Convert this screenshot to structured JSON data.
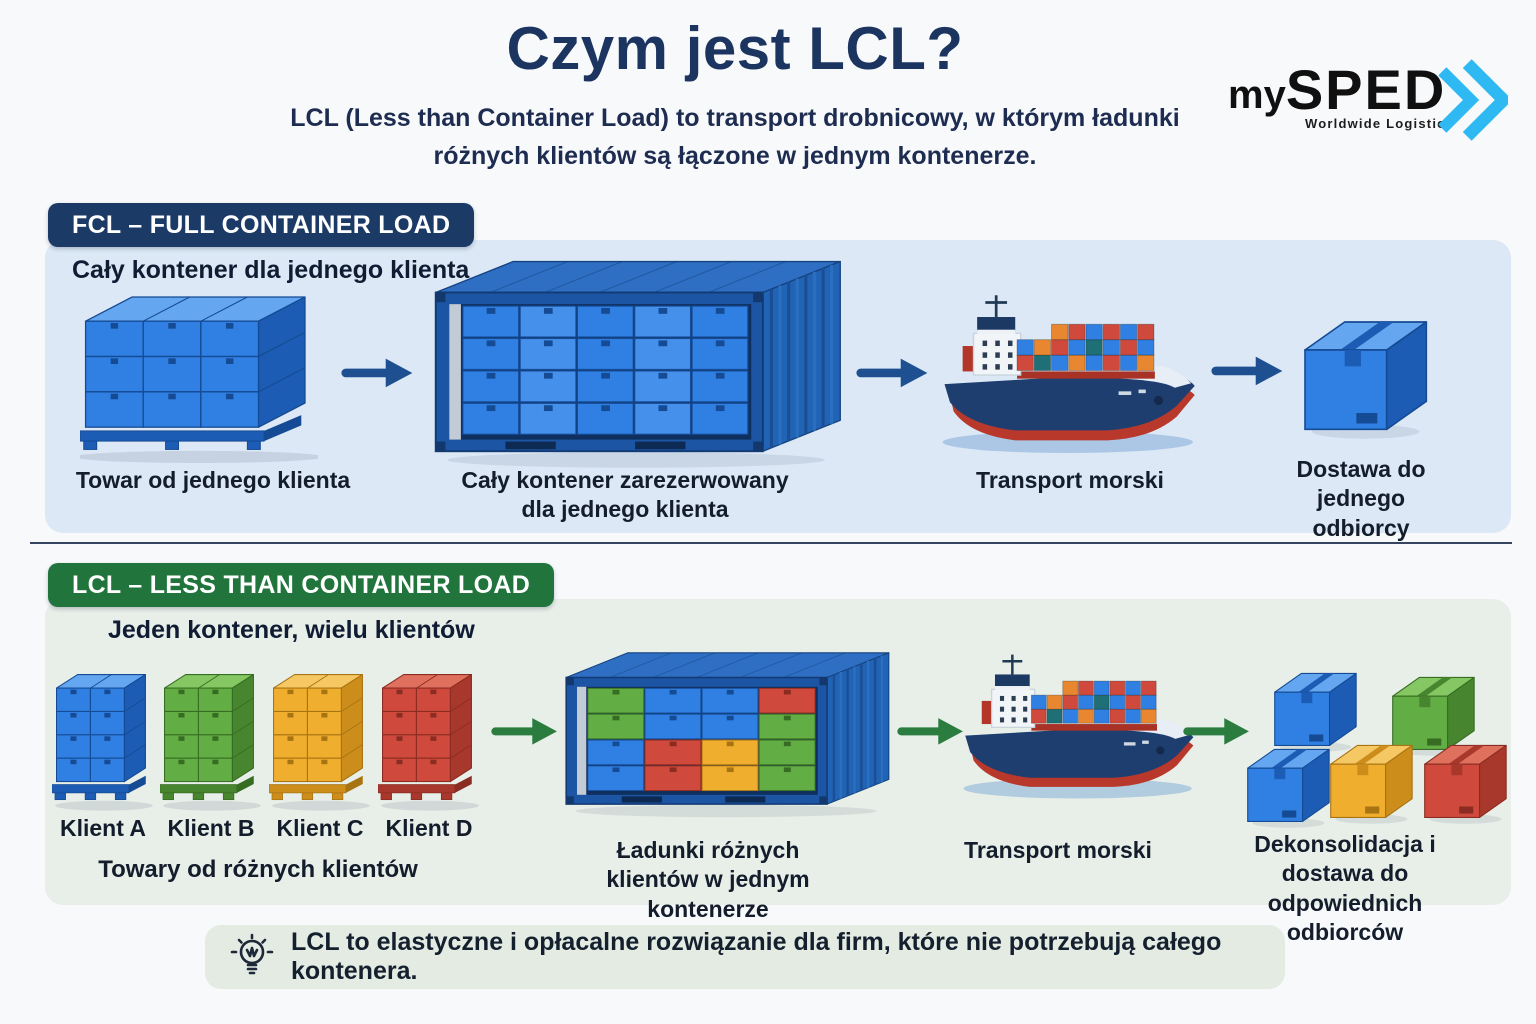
{
  "page": {
    "title": "Czym jest LCL?",
    "subtitle1": "LCL (Less than Container Load) to transport drobnicowy, w którym ładunki",
    "subtitle2": "różnych klientów są łączone w jednym kontenerze."
  },
  "logo": {
    "prefix": "my",
    "name": "SPED",
    "tagline": "Worldwide Logistics",
    "chevron_color": "#2fb9f2"
  },
  "fcl": {
    "badge": "FCL – FULL CONTAINER LOAD",
    "subheading": "Cały kontener dla jednego klienta",
    "captions": [
      "Towar od jednego klienta",
      "Cały kontener zarezerwowany dla jednego klienta",
      "Transport morski",
      "Dostawa do jednego odbiorcy"
    ]
  },
  "lcl": {
    "badge": "LCL – LESS THAN CONTAINER LOAD",
    "subheading": "Jeden kontener, wielu klientów",
    "clients": [
      "Klient A",
      "Klient B",
      "Klient C",
      "Klient D"
    ],
    "captions": [
      "Towary od różnych klientów",
      "Ładunki różnych klientów w jednym kontenerze",
      "Transport morski",
      "Dekonsolidacja i dostawa do odpowiednich odbiorców"
    ]
  },
  "note": {
    "text": "LCL to elastyczne i opłacalne rozwiązanie dla firm, które nie potrzebują całego kontenera."
  },
  "colors": {
    "title": "#1b3560",
    "fcl_badge_bg": "#1b3a66",
    "lcl_badge_bg": "#21753c",
    "fcl_panel_bg": "#dce8f5",
    "lcl_panel_bg": "#e8efe9",
    "note_bg": "#e3ebe3",
    "fcl_arrow": "#1d4f91",
    "lcl_arrow": "#2a7d3f",
    "palette": {
      "blue": {
        "front": "#2f80e2",
        "top": "#64a6ef",
        "side": "#1d5cb4",
        "edge": "#154a94"
      },
      "blue2": {
        "front": "#4590ea",
        "top": "#74b0f2",
        "side": "#2566bc",
        "edge": "#154a94"
      },
      "green": {
        "front": "#63ad45",
        "top": "#85c763",
        "side": "#47852e",
        "edge": "#376d23"
      },
      "yellow": {
        "front": "#f0ae2e",
        "top": "#f6c863",
        "side": "#cd8d1a",
        "edge": "#a87312"
      },
      "red": {
        "front": "#cf4a3c",
        "top": "#e0705e",
        "side": "#a9382c",
        "edge": "#8a2c22"
      }
    }
  }
}
